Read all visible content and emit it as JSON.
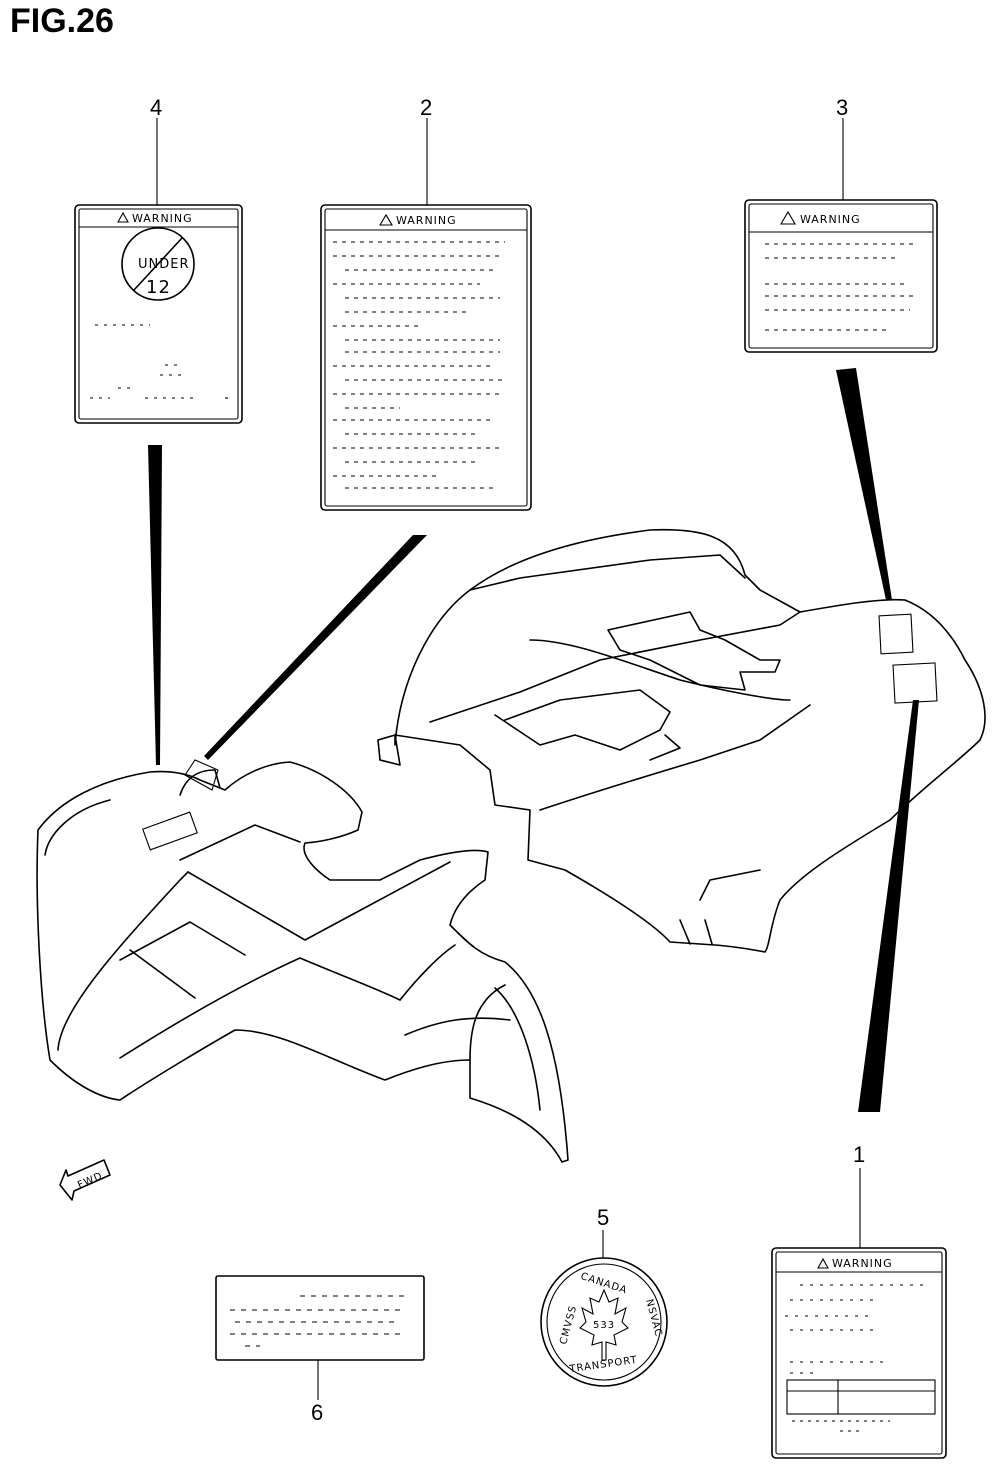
{
  "figure": {
    "title": "FIG.26"
  },
  "callouts": [
    "1",
    "2",
    "3",
    "4",
    "5",
    "6"
  ],
  "labels": {
    "label_1": {
      "heading": "WARNING"
    },
    "label_2": {
      "heading": "WARNING"
    },
    "label_3": {
      "heading": "WARNING"
    },
    "label_4": {
      "heading": "WARNING",
      "symbol_text": "UNDER",
      "symbol_number": "12"
    },
    "label_5": {
      "top": "CANADA",
      "left": "CMVSS",
      "right": "NSVAC",
      "bottom": "TRANSPORT",
      "center": "533"
    }
  },
  "fwd_arrow": {
    "text": "FWD"
  }
}
